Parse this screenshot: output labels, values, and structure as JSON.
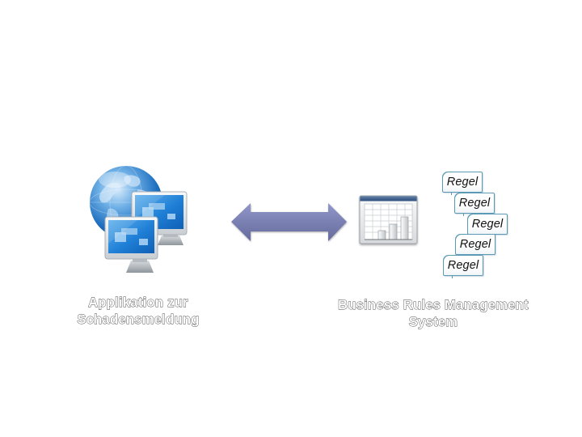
{
  "diagram": {
    "left_node": {
      "icon": "networked-computers-globe-icon",
      "label_lines": [
        "Applikation zur",
        "Schadensmeldung"
      ]
    },
    "connector": {
      "icon": "double-headed-arrow",
      "direction": "bidirectional",
      "color": "#7a80b2"
    },
    "right_node": {
      "icon": "spreadsheet-chart-icon",
      "label_lines": [
        "Business Rules Management",
        "System"
      ],
      "rules": [
        {
          "label": "Regel"
        },
        {
          "label": "Regel"
        },
        {
          "label": "Regel"
        },
        {
          "label": "Regel"
        },
        {
          "label": "Regel"
        }
      ],
      "rule_border_color": "#5b9ab5"
    }
  }
}
